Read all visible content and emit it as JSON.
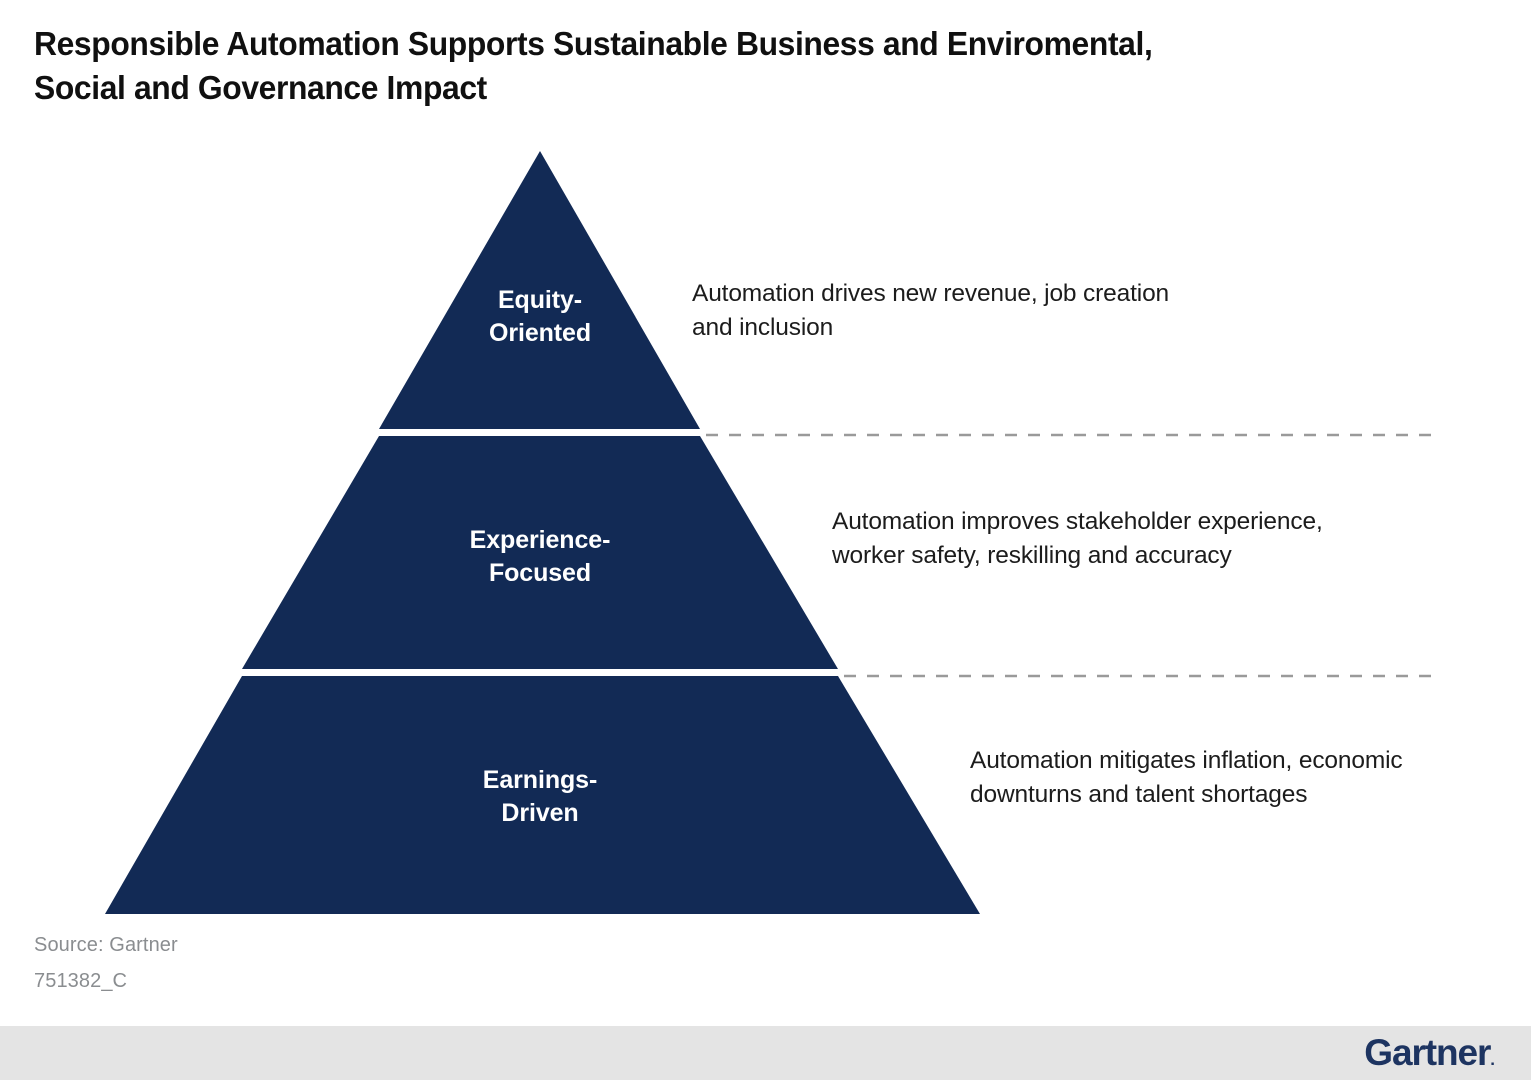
{
  "slide": {
    "title_line1": "Responsible Automation Supports Sustainable Business and Enviromental,",
    "title_line2": "Social and Governance Impact",
    "source": "Source: Gartner",
    "doc_code": "751382_C",
    "brand_name": "Gartner",
    "brand_mark": "."
  },
  "colors": {
    "pyramid_navy": "#122a55",
    "divider_line": "#ffffff",
    "dashed_line": "#9a9a9a",
    "title_text": "#101010",
    "body_text": "#1c1c1c",
    "source_text": "#8a8d90",
    "footer_bar": "#e4e4e4",
    "brand_navy": "#1d3461",
    "background": "#ffffff"
  },
  "chart_data": {
    "type": "pyramid",
    "title": "Responsible Automation Supports Sustainable Business and Enviromental, Social and Governance Impact",
    "orientation": "apex-up",
    "levels": [
      {
        "rank": 1,
        "position": "top",
        "label": "Equity-\nOriented",
        "label_plain": "Equity-Oriented",
        "description": "Automation drives new revenue, job creation and inclusion"
      },
      {
        "rank": 2,
        "position": "middle",
        "label": "Experience-\nFocused",
        "label_plain": "Experience-Focused",
        "description": "Automation improves stakeholder experience, worker safety, reskilling and accuracy"
      },
      {
        "rank": 3,
        "position": "bottom",
        "label": "Earnings-\nDriven",
        "label_plain": "Earnings-Driven",
        "description": "Automation mitigates inflation, economic downturns and talent shortages"
      }
    ],
    "legend": null,
    "grid": false,
    "annotations": [
      "Source: Gartner",
      "751382_C"
    ]
  }
}
